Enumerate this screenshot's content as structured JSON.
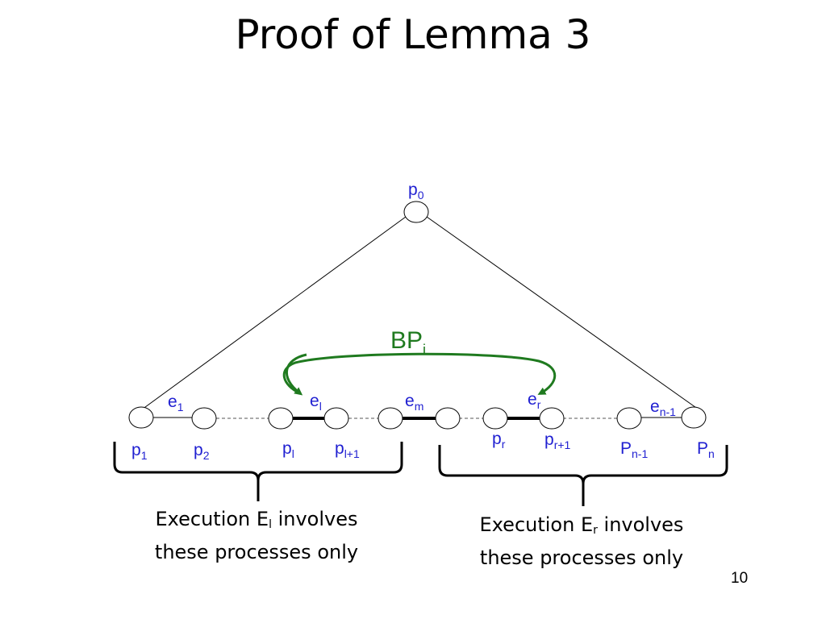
{
  "title": "Proof of Lemma 3",
  "slide_number": "10",
  "colors": {
    "label": "#1f1fd1",
    "arrow": "#1f7a1f",
    "line": "#000000"
  },
  "root": {
    "base": "p",
    "sub": "0"
  },
  "bp_label": {
    "base": "BP",
    "sub": "i"
  },
  "processes": [
    {
      "base": "p",
      "sub": "1"
    },
    {
      "base": "p",
      "sub": "2"
    },
    {
      "base": "p",
      "sub": "l"
    },
    {
      "base": "p",
      "sub": "l+1"
    },
    {
      "base": "p",
      "sub": "r"
    },
    {
      "base": "p",
      "sub": "r+1"
    },
    {
      "base": "P",
      "sub": "n-1"
    },
    {
      "base": "P",
      "sub": "n"
    }
  ],
  "edges": [
    {
      "base": "e",
      "sub": "1"
    },
    {
      "base": "e",
      "sub": "l"
    },
    {
      "base": "e",
      "sub": "m"
    },
    {
      "base": "e",
      "sub": "r"
    },
    {
      "base": "e",
      "sub": "n-1"
    }
  ],
  "caption_left": {
    "prefix": "Execution E",
    "sub": "l",
    "suffix": " involves",
    "line2": "these processes only"
  },
  "caption_right": {
    "prefix": "Execution E",
    "sub": "r",
    "suffix": " involves",
    "line2": "these processes only"
  }
}
